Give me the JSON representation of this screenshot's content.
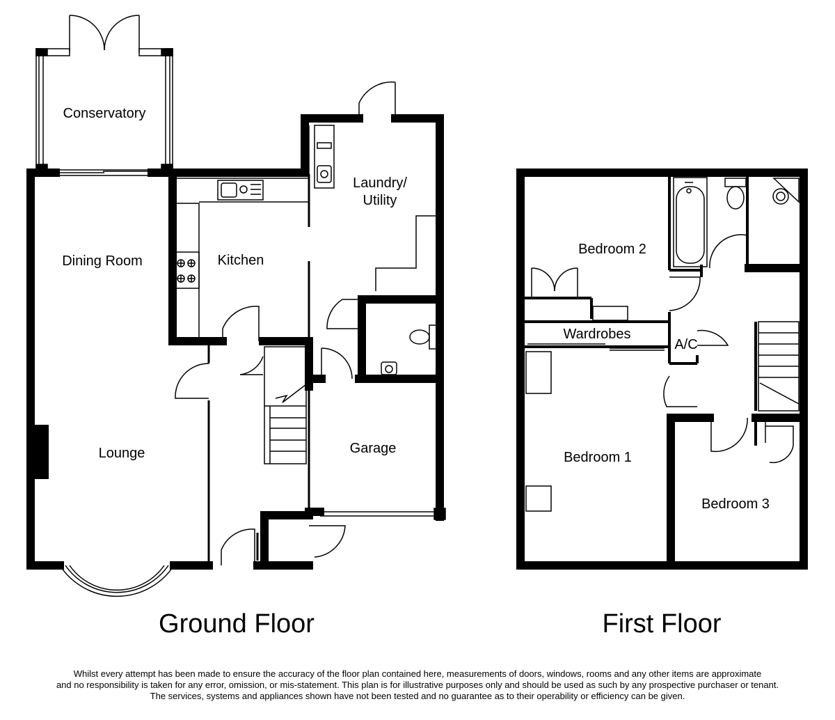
{
  "ground_floor": {
    "title": "Ground Floor",
    "rooms": {
      "conservatory": "Conservatory",
      "dining_room": "Dining Room",
      "kitchen": "Kitchen",
      "laundry_line1": "Laundry/",
      "laundry_line2": "Utility",
      "lounge": "Lounge",
      "garage": "Garage"
    }
  },
  "first_floor": {
    "title": "First Floor",
    "rooms": {
      "bedroom_2": "Bedroom 2",
      "wardrobes": "Wardrobes",
      "ac": "A/C",
      "bedroom_1": "Bedroom 1",
      "bedroom_3": "Bedroom 3"
    }
  },
  "disclaimer": {
    "line1": "Whilst every attempt has been made to ensure the accuracy of the floor plan contained here, measurements of doors, windows, rooms and any other items are approximate",
    "line2": "and no responsibility is taken for any error, omission, or mis-statement. This plan is for illustrative purposes only and should be used as such by any prospective purchaser or tenant.",
    "line3": "The services, systems and appliances shown have not been tested and no guarantee as to their operability or efficiency can be given."
  },
  "colors": {
    "wall": "#000000",
    "background": "#ffffff"
  }
}
